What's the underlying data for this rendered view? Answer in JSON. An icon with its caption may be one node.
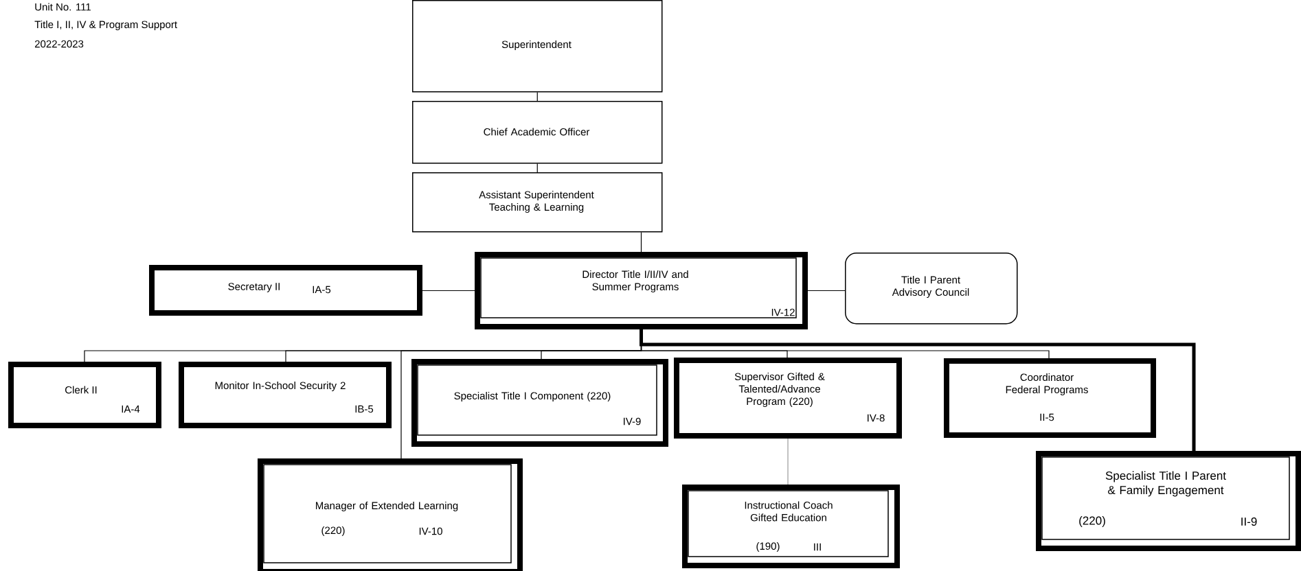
{
  "diagram": {
    "nodes": [
      {
        "text": [
          "Superintendent"
        ]
      },
      {
        "text": [
          "Chief Academic Officer"
        ]
      },
      {
        "text": [
          "Assistant Superintendent Teaching & Learning"
        ]
      },
      {
        "text": [
          "Director Title I/II/IV and Summer Programs",
          "IV-12"
        ]
      },
      {
        "text": [
          "Secretary II",
          "IA-5"
        ]
      },
      {
        "text": [
          "Title I Parent Advisory Council"
        ]
      },
      {
        "text": [
          "Clerk II",
          "IA-4"
        ]
      },
      {
        "text": [
          "Monitor In-School Security  2",
          "IB-5"
        ]
      },
      {
        "text": [
          "Specialist Title I Component (220)",
          "IV-9"
        ]
      },
      {
        "text": [
          "Supervisor Gifted & Talented/Advance Program  (220)",
          "IV-8"
        ]
      },
      {
        "text": [
          "Coordinator Federal Programs",
          "II-5"
        ]
      },
      {
        "text": [
          "Manager of Extended Learning",
          "(220)",
          "IV-10"
        ]
      },
      {
        "text": [
          "Instructional Coach Gifted Education",
          "(190)",
          "III"
        ]
      },
      {
        "text": [
          "Specialist Title I Parent & Family Engagement",
          "(220)",
          "II-9"
        ]
      }
    ],
    "edges": [
      {
        "from": 0,
        "to": 1,
        "arrow": "none"
      },
      {
        "from": 1,
        "to": 2,
        "arrow": "none"
      },
      {
        "from": 2,
        "to": 3,
        "arrow": "none"
      },
      {
        "from": 3,
        "to": 4,
        "arrow": "none"
      },
      {
        "from": 3,
        "to": 5,
        "arrow": "none"
      },
      {
        "from": 3,
        "to": 6,
        "arrow": "none"
      },
      {
        "from": 3,
        "to": 7,
        "arrow": "none"
      },
      {
        "from": 3,
        "to": 11,
        "arrow": "none"
      },
      {
        "from": 3,
        "to": 8,
        "arrow": "none"
      },
      {
        "from": 3,
        "to": 9,
        "arrow": "none"
      },
      {
        "from": 3,
        "to": 10,
        "arrow": "none"
      },
      {
        "from": 3,
        "to": 13,
        "arrow": "none",
        "style": "thick"
      },
      {
        "from": 9,
        "to": 12,
        "arrow": "none",
        "color": "#999999"
      }
    ],
    "labels": [
      "Unit No. 111",
      "Title I, II, IV & Program Support",
      "2022-2023"
    ]
  }
}
